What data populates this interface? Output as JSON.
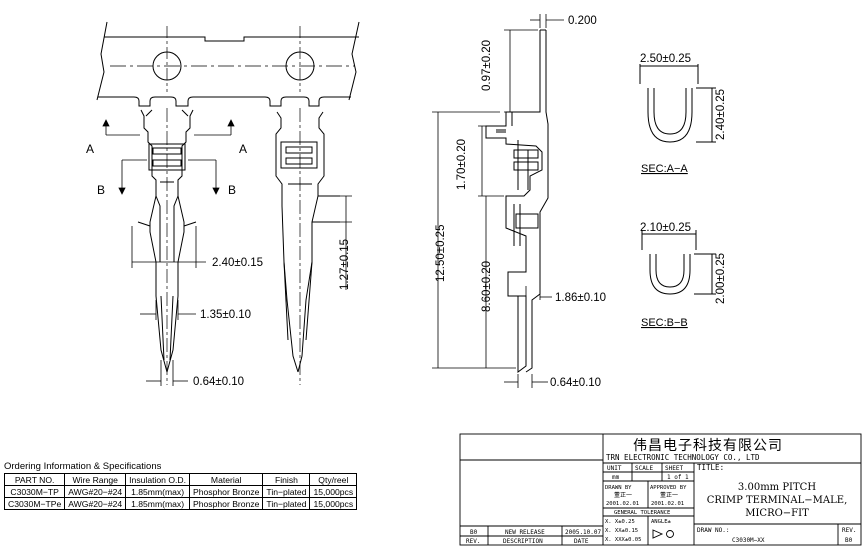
{
  "dimensions": {
    "flag_thickness": "0.200",
    "top_gap": "0.97±0.20",
    "latch_height": "1.70±0.20",
    "overall_length": "12.50±0.25",
    "contact_length": "8.60±0.20",
    "section_a_width": "2.50±0.25",
    "section_a_height": "2.40±0.25",
    "section_b_width": "2.10±0.25",
    "section_b_height": "2.00±0.25",
    "crimp_width": "2.40±0.15",
    "pin_width": "1.35±0.10",
    "tip_width": "0.64±0.10",
    "side_tip_width": "0.64±0.10",
    "side_offset": "1.27±0.15",
    "side_height": "1.86±0.10"
  },
  "section_labels": {
    "sec_a": "SEC:A−A",
    "sec_b": "SEC:B−B"
  },
  "cut_labels": {
    "a": "A",
    "b": "B"
  },
  "ordering": {
    "title": "Ordering Information & Specifications",
    "headers": [
      "PART NO.",
      "Wire Range",
      "Insulation O.D.",
      "Material",
      "Finish",
      "Qty/reel"
    ],
    "rows": [
      [
        "C3030M−TP",
        "AWG#20−#24",
        "1.85mm(max)",
        "Phosphor Bronze",
        "Tin−plated",
        "15,000pcs"
      ],
      [
        "C3030M−TPe",
        "AWG#20−#24",
        "1.85mm(max)",
        "Phosphor Bronze",
        "Tin−plated",
        "15,000pcs"
      ]
    ]
  },
  "title_block": {
    "company_cn": "伟昌电子科技有限公司",
    "company_en": "TRN ELECTRONIC TECHNOLOGY CO., LTD",
    "unit_label": "UNIT",
    "unit_value": "mm",
    "scale_label": "SCALE",
    "sheet_label": "SHEET",
    "sheet_value": "1 of 1",
    "title_label": "TITLE:",
    "title_line1": "3.00mm PITCH",
    "title_line2": "CRIMP TERMINAL−MALE,",
    "title_line3": "MICRO−FIT",
    "drawn_by_label": "DRAWN BY",
    "drawn_by_name": "董正一",
    "drawn_date": "2001.02.01",
    "approved_by_label": "APPROVED BY",
    "approved_by_name": "董正一",
    "approved_date": "2001.02.01",
    "tolerance_label": "GENERAL TOLERANCE",
    "tol1": "X. X±0.25",
    "tol2": "X. XX±0.15",
    "tol3": "X. XXX±0.05",
    "angle_label": "ANGLE±",
    "rev_code": "B0",
    "rev_desc": "NEW RELEASE",
    "rev_date": "2005.10.07",
    "rev_label": "REV.",
    "desc_label": "DESCRIPTION",
    "date_label": "DATE",
    "drawing_no_label": "DRAW NO.:",
    "drawing_no": "C3030M−XX",
    "rev_box_label": "REV.",
    "rev_box_value": "B0"
  }
}
